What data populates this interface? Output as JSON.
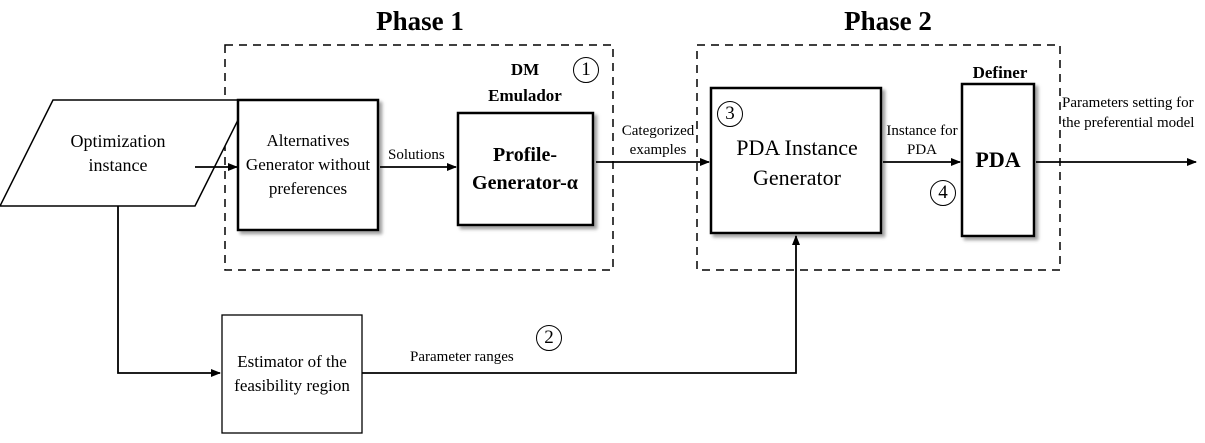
{
  "phases": {
    "phase1_title": "Phase 1",
    "phase2_title": "Phase 2"
  },
  "nodes": {
    "optimization_instance": "Optimization instance",
    "alternatives_generator": "Alternatives Generator without preferences",
    "dm_emulador_label": "DM Emulador",
    "profile_generator": "Profile-Generator-α",
    "pda_instance_generator": "PDA Instance Generator",
    "definer_label": "Definer",
    "pda": "PDA",
    "estimator": "Estimator of the feasibility region"
  },
  "edges": {
    "solutions": "Solutions",
    "categorized_examples": "Categorized examples",
    "instance_for_pda": "Instance for PDA",
    "parameters_setting": "Parameters setting for the preferential model",
    "parameter_ranges": "Parameter ranges"
  },
  "step_markers": {
    "one": "1",
    "two": "2",
    "three": "3",
    "four": "4"
  }
}
